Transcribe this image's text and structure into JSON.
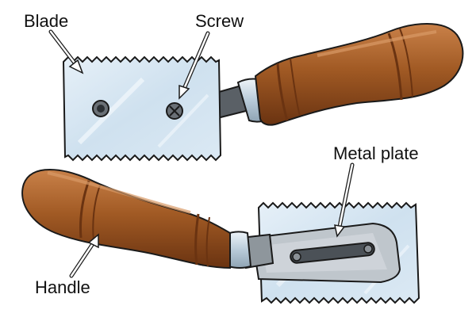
{
  "labels": {
    "blade": "Blade",
    "screw": "Screw",
    "metal_plate": "Metal plate",
    "handle": "Handle"
  },
  "colors": {
    "outline": "#1a1a1a",
    "blade_fill": "#d5e6f3",
    "blade_shine": "#f4f9fd",
    "wood": "#a15a24",
    "wood_dark": "#6a3311",
    "wood_light": "#c98149",
    "ferrule": "#c9d9e6",
    "shank": "#5a6066",
    "plate": "#bfc6cc",
    "slot": "#4b5157",
    "arrow_fill": "#ffffff"
  }
}
